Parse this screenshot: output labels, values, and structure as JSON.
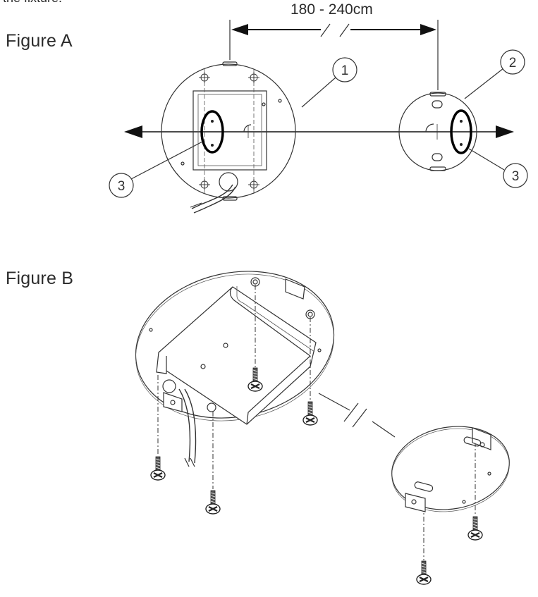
{
  "header_cut_text": "the fixture.",
  "figure_a": {
    "label": "Figure A",
    "dimension": "180 - 240cm",
    "callouts": [
      "1",
      "2",
      "3",
      "3"
    ]
  },
  "figure_b": {
    "label": "Figure B"
  }
}
